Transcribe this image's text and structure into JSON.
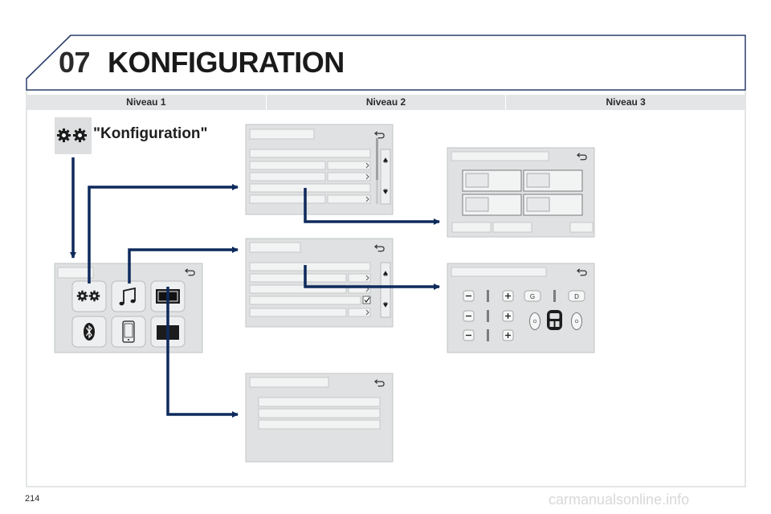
{
  "header": {
    "chapter_number": "07",
    "chapter_title": "KONFIGURATION"
  },
  "levels": [
    "Niveau 1",
    "Niveau 2",
    "Niveau 3"
  ],
  "menu_label": "\"Konfiguration\"",
  "page_number": "214",
  "watermark": "carmanualsonline.info",
  "colors": {
    "frame": "#2c3e6b",
    "arrow": "#0e2a5c",
    "screen_bg": "#dfe1e2",
    "field": "#f2f3f3",
    "level_bar": "#e3e5e6"
  },
  "icons": {
    "menu_icon": "gears-icon",
    "level1_tiles": [
      "gears-icon",
      "music-note-icon",
      "screen-icon",
      "bluetooth-icon",
      "phone-icon",
      "display-off-icon"
    ],
    "back": "back-arrow-icon"
  }
}
